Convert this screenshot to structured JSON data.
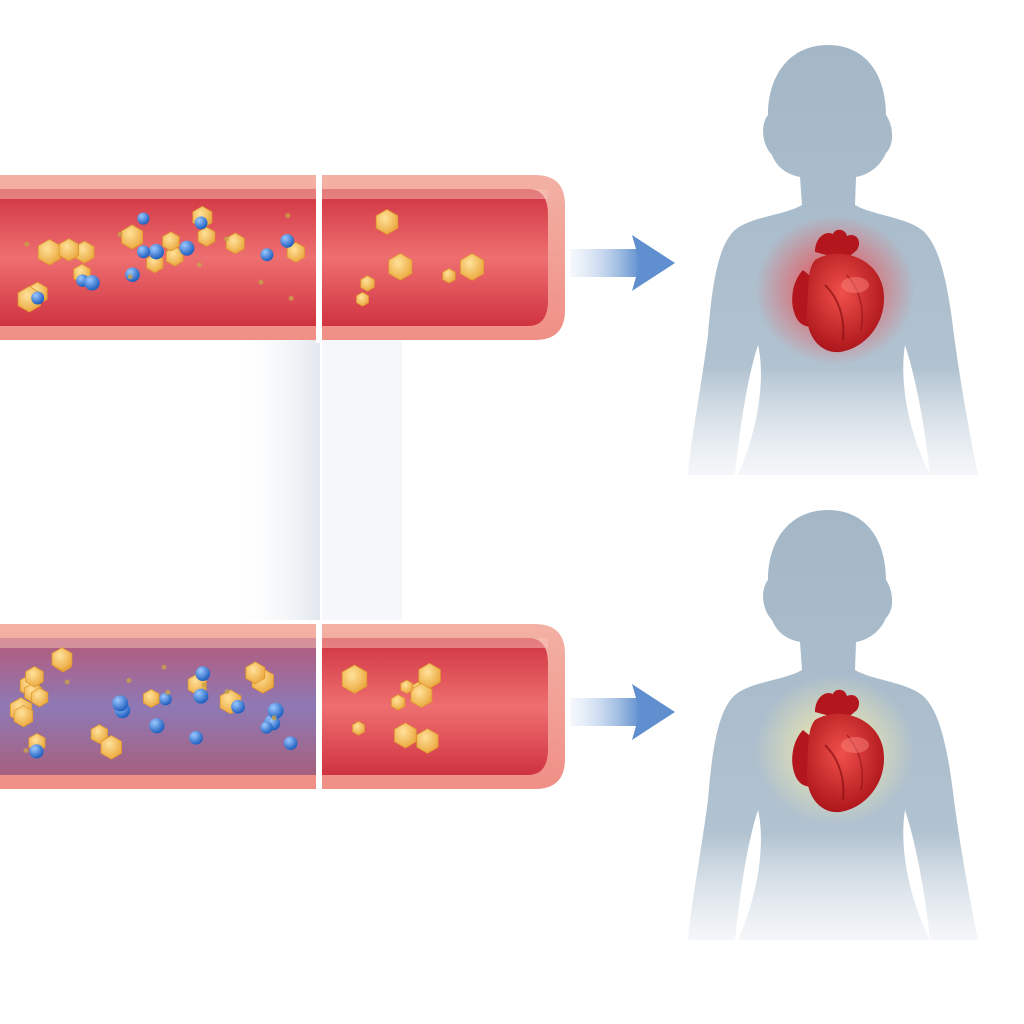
{
  "colors": {
    "background": "#ffffff",
    "vessel_wall": "#f2a79a",
    "vessel_lumen": "#d9414a",
    "vessel_lumen_light": "#ee7a78",
    "plaque_lumen_tint": "#8f6fb0",
    "lipid_particle": "#f6c14e",
    "blue_particle": "#2f78d4",
    "silhouette": "#a7bac9",
    "arrow": "#5f8fcf",
    "heart": "#d8262c",
    "heart_glow_top": "#ff3a3a",
    "heart_glow_bottom": "#ffe89a"
  },
  "icons": {
    "vessel": "blood-vessel-icon",
    "arrow": "right-arrow-icon",
    "body": "female-silhouette-icon",
    "heart": "anatomical-heart-icon"
  },
  "panels": [
    {
      "id": "top",
      "left_section_particles": {
        "lipid": 14,
        "blue": 11
      },
      "right_section_particles": {
        "lipid": 6
      },
      "plaque_tint": false,
      "heart_glow": "red"
    },
    {
      "id": "bottom",
      "left_section_particles": {
        "lipid": 16,
        "blue": 14
      },
      "right_section_particles": {
        "lipid": 9
      },
      "plaque_tint": true,
      "heart_glow": "yellow"
    }
  ]
}
